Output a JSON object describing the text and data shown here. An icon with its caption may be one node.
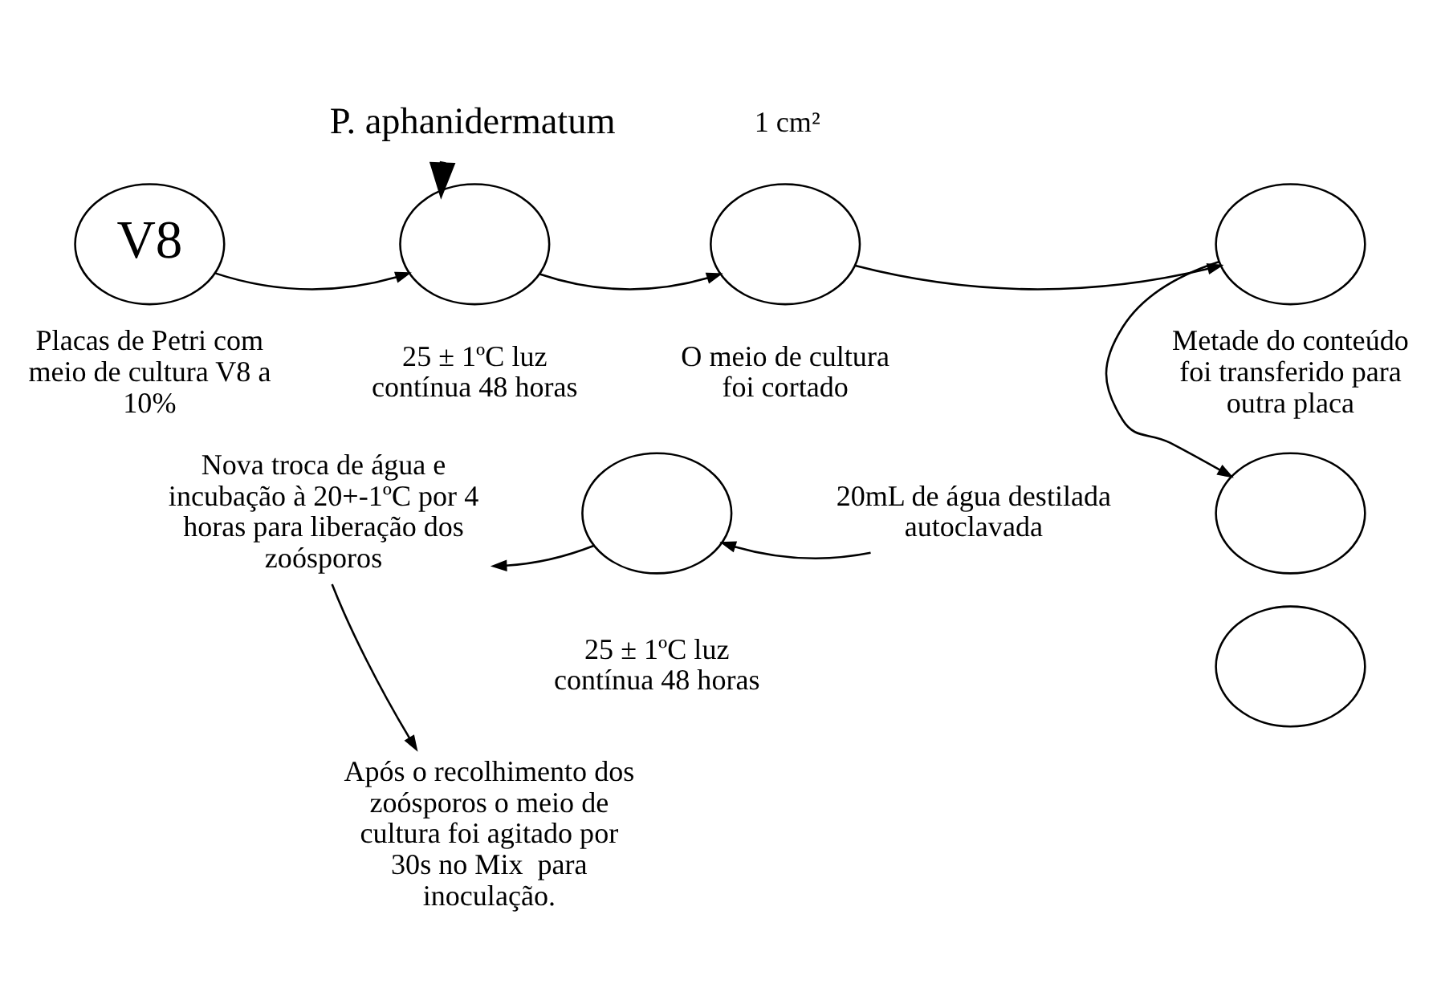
{
  "diagram": {
    "nodes": [
      {
        "text": [
          "P. aphanidermatum"
        ]
      },
      {
        "text": [
          "V8"
        ],
        "beside": [
          "Placas de Petri com meio de cultura V8 a 10%"
        ]
      },
      {
        "text": [],
        "shape": "circle",
        "beside": [
          "25 ± 1ºC luz contínua 48 horas"
        ]
      },
      {
        "text": [],
        "shape": "circle",
        "beside": [
          "O meio de cultura foi cortado"
        ]
      },
      {
        "text": [],
        "shape": "circle",
        "beside": [
          "Metade do conteúdo foi transferido para outra placa"
        ]
      },
      {
        "text": [],
        "shape": "circle"
      },
      {
        "text": [],
        "shape": "circle"
      },
      {
        "text": [
          "20mL de água destilada autoclavada"
        ]
      },
      {
        "text": [],
        "shape": "circle",
        "beside": [
          "25 ± 1ºC luz contínua 48 horas"
        ]
      },
      {
        "text": [
          "Nova troca de água e incubação à 20+-1ºC por 4 horas para liberação dos zoósporos"
        ]
      },
      {
        "text": [
          "Após o recolhimento dos zoósporos o meio de cultura foi agitado por 30s no Mix  para inoculação."
        ]
      }
    ],
    "edges": [
      {
        "from": 1,
        "to": 2,
        "arrow": "to"
      },
      {
        "from": 0,
        "to": 2,
        "arrow": "to",
        "style": "thick"
      },
      {
        "from": 2,
        "to": 3,
        "arrow": "to"
      },
      {
        "from": 3,
        "to": 4,
        "arrow": "to"
      },
      {
        "from": 4,
        "to": 5,
        "arrow": "to"
      },
      {
        "from": 7,
        "to": 8,
        "arrow": "to"
      },
      {
        "from": 8,
        "to": 9,
        "arrow": "to"
      },
      {
        "from": 9,
        "to": 10,
        "arrow": "to"
      }
    ],
    "labels": [
      "1 cm²"
    ]
  }
}
